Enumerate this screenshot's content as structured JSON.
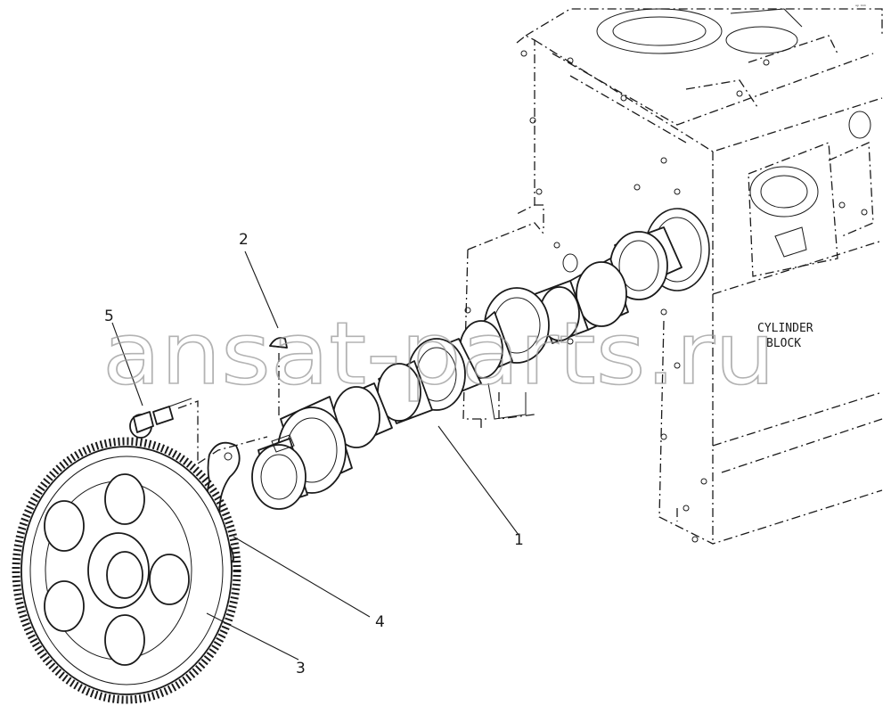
{
  "figure": {
    "corner_code": "ᵃᵖ ᵇᵇᵇ"
  },
  "callouts": [
    {
      "id": "1",
      "label": "1"
    },
    {
      "id": "2",
      "label": "2"
    },
    {
      "id": "3",
      "label": "3"
    },
    {
      "id": "4",
      "label": "4"
    },
    {
      "id": "5",
      "label": "5"
    }
  ],
  "labels": {
    "block_line1": "CYLINDER",
    "block_line2": "BLOCK"
  },
  "watermark": "ansat-parts.ru"
}
